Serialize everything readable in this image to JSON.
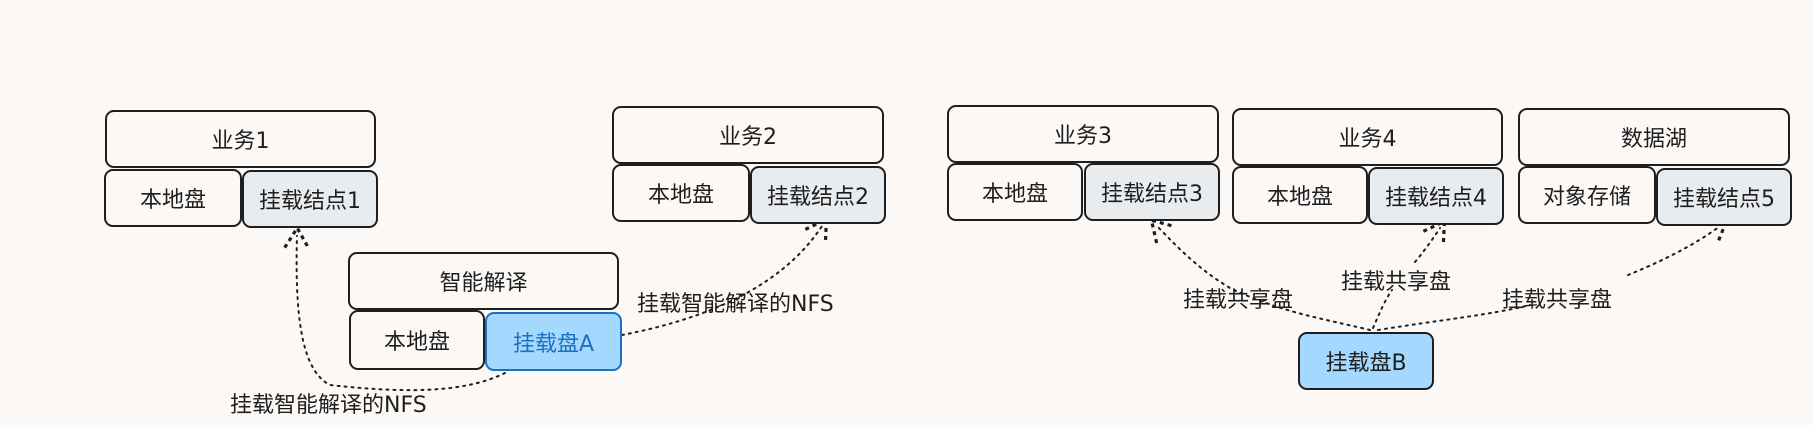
{
  "colors": {
    "stroke": "#1e1e1e",
    "mount_fill": "#e9ecef",
    "disk_fill": "#a5d8ff",
    "disk_stroke": "#1971c2",
    "background": "#fbf8f6"
  },
  "biz1": {
    "title": "业务1",
    "local": "本地盘",
    "mount": "挂载结点1"
  },
  "biz2": {
    "title": "业务2",
    "local": "本地盘",
    "mount": "挂载结点2"
  },
  "biz3": {
    "title": "业务3",
    "local": "本地盘",
    "mount": "挂载结点3"
  },
  "biz4": {
    "title": "业务4",
    "local": "本地盘",
    "mount": "挂载结点4"
  },
  "lake": {
    "title": "数据湖",
    "local": "对象存储",
    "mount": "挂载结点5"
  },
  "interp": {
    "title": "智能解译",
    "local": "本地盘",
    "disk_a": "挂载盘A"
  },
  "disk_b": "挂载盘B",
  "edges": {
    "nfs_left": "挂载智能解译的NFS",
    "nfs_right": "挂载智能解译的NFS",
    "share_3": "挂载共享盘",
    "share_4": "挂载共享盘",
    "share_5": "挂载共享盘"
  }
}
